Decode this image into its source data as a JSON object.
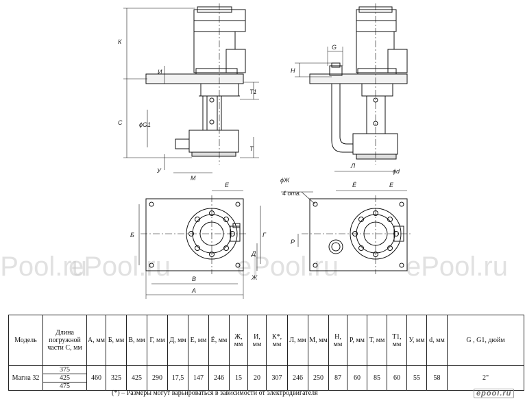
{
  "watermark": "ePool.ru",
  "dims": {
    "K": "К",
    "I": "И",
    "C": "С",
    "G1": "ϕG1",
    "U": "У",
    "M": "М",
    "T": "Т",
    "T1": "Т1",
    "G": "G",
    "N": "Н",
    "L": "Л",
    "d": "ϕd",
    "E": "Е",
    "B6": "Б",
    "V": "В",
    "A": "А",
    "Gamma": "Г",
    "D": "Д",
    "Z": "Ж",
    "Zh": "ϕЖ",
    "holes": "4 отв.",
    "Yo": "Ё",
    "R": "Р"
  },
  "table": {
    "headers": {
      "model": "Модель",
      "length": "Длина погружной части С, мм",
      "cols": [
        "А, мм",
        "Б, мм",
        "В, мм",
        "Г, мм",
        "Д, мм",
        "Е, мм",
        "Ё, мм",
        "Ж, мм",
        "И, мм",
        "К*, мм",
        "Л, мм",
        "М, мм",
        "Н, мм",
        "Р, мм",
        "Т, мм",
        "Т1, мм",
        "У, мм",
        "d, мм"
      ],
      "g": "G , G1, дюйм"
    },
    "row": {
      "model": "Магна 32",
      "lengths": [
        "375",
        "425",
        "475"
      ],
      "values": [
        "460",
        "325",
        "425",
        "290",
        "17,5",
        "147",
        "246",
        "15",
        "20",
        "307",
        "246",
        "250",
        "87",
        "60",
        "85",
        "60",
        "55",
        "58"
      ],
      "g": "2\""
    }
  },
  "footnote": "(*) – Размеры могут варьироваться в зависимости от электродвигателя",
  "logo": "epool.ru"
}
